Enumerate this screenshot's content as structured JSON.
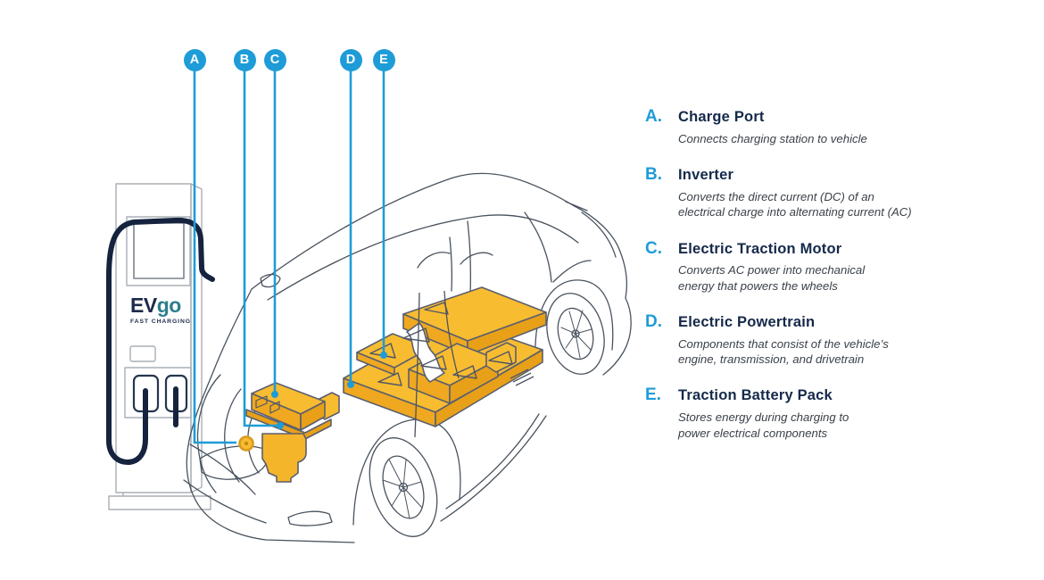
{
  "palette": {
    "accent_blue": "#1E9CD7",
    "navy": "#15294A",
    "component_orange": "#F8BC31",
    "component_orange_dark": "#E8A018",
    "logo_teal": "#2E7E8E"
  },
  "station": {
    "brand_ev": "EV",
    "brand_go": "go",
    "tagline": "FAST CHARGING"
  },
  "callouts": [
    {
      "letter": "A",
      "marker": "A.",
      "title": "Charge Port",
      "description": "Connects charging station to vehicle"
    },
    {
      "letter": "B",
      "marker": "B.",
      "title": "Inverter",
      "description": "Converts the direct current (DC) of an\nelectrical charge into alternating current (AC)"
    },
    {
      "letter": "C",
      "marker": "C.",
      "title": "Electric Traction Motor",
      "description": "Converts AC power into mechanical\nenergy that powers the wheels"
    },
    {
      "letter": "D",
      "marker": "D.",
      "title": "Electric Powertrain",
      "description": "Components that consist of the vehicle’s\nengine, transmission, and drivetrain"
    },
    {
      "letter": "E",
      "marker": "E.",
      "title": "Traction Battery Pack",
      "description": "Stores energy during charging to\npower electrical components"
    }
  ]
}
